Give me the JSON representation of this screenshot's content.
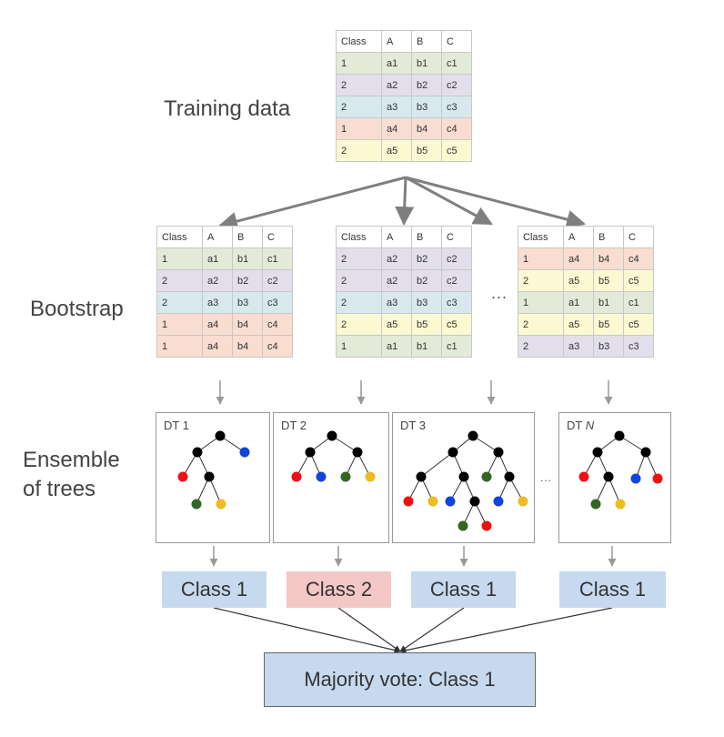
{
  "labels": {
    "training": "Training data",
    "bootstrap": "Bootstrap",
    "ensemble_line1": "Ensemble",
    "ensemble_line2": "of trees",
    "ellipsis": "...",
    "tree_ellipsis": "..."
  },
  "header": [
    "Class",
    "A",
    "B",
    "C"
  ],
  "colors": {
    "green": "#e3ead7",
    "purple": "#e3deec",
    "blue": "#d7e8ee",
    "orange": "#f8ddd0",
    "yellow": "#fcf8d2",
    "node_black": "#000000",
    "node_red": "#ee1111",
    "node_blue": "#1144dd",
    "node_green": "#336622",
    "node_yellow": "#eebb22",
    "class1_box": "#c6d9ee",
    "class2_box": "#f4c7c7"
  },
  "training_table": [
    {
      "cells": [
        "1",
        "a1",
        "b1",
        "c1"
      ],
      "color": "green"
    },
    {
      "cells": [
        "2",
        "a2",
        "b2",
        "c2"
      ],
      "color": "purple"
    },
    {
      "cells": [
        "2",
        "a3",
        "b3",
        "c3"
      ],
      "color": "blue"
    },
    {
      "cells": [
        "1",
        "a4",
        "b4",
        "c4"
      ],
      "color": "orange"
    },
    {
      "cells": [
        "2",
        "a5",
        "b5",
        "c5"
      ],
      "color": "yellow"
    }
  ],
  "bootstrap_tables": [
    [
      {
        "cells": [
          "1",
          "a1",
          "b1",
          "c1"
        ],
        "color": "green"
      },
      {
        "cells": [
          "2",
          "a2",
          "b2",
          "c2"
        ],
        "color": "purple"
      },
      {
        "cells": [
          "2",
          "a3",
          "b3",
          "c3"
        ],
        "color": "blue"
      },
      {
        "cells": [
          "1",
          "a4",
          "b4",
          "c4"
        ],
        "color": "orange"
      },
      {
        "cells": [
          "1",
          "a4",
          "b4",
          "c4"
        ],
        "color": "orange"
      }
    ],
    [
      {
        "cells": [
          "2",
          "a2",
          "b2",
          "c2"
        ],
        "color": "purple"
      },
      {
        "cells": [
          "2",
          "a2",
          "b2",
          "c2"
        ],
        "color": "purple"
      },
      {
        "cells": [
          "2",
          "a3",
          "b3",
          "c3"
        ],
        "color": "blue"
      },
      {
        "cells": [
          "2",
          "a5",
          "b5",
          "c5"
        ],
        "color": "yellow"
      },
      {
        "cells": [
          "1",
          "a1",
          "b1",
          "c1"
        ],
        "color": "green"
      }
    ],
    [
      {
        "cells": [
          "1",
          "a4",
          "b4",
          "c4"
        ],
        "color": "orange"
      },
      {
        "cells": [
          "2",
          "a5",
          "b5",
          "c5"
        ],
        "color": "yellow"
      },
      {
        "cells": [
          "1",
          "a1",
          "b1",
          "c1"
        ],
        "color": "green"
      },
      {
        "cells": [
          "2",
          "a5",
          "b5",
          "c5"
        ],
        "color": "yellow"
      },
      {
        "cells": [
          "2",
          "a3",
          "b3",
          "c3"
        ],
        "color": "purple"
      }
    ]
  ],
  "trees": [
    {
      "title": "DT 1",
      "title_italic": ""
    },
    {
      "title": "DT 2",
      "title_italic": ""
    },
    {
      "title": "DT 3",
      "title_italic": ""
    },
    {
      "title": "DT ",
      "title_italic": "N"
    }
  ],
  "results": [
    {
      "label": "Class 1",
      "color": "class1_box"
    },
    {
      "label": "Class 2",
      "color": "class2_box"
    },
    {
      "label": "Class 1",
      "color": "class1_box"
    },
    {
      "label": "Class 1",
      "color": "class1_box"
    }
  ],
  "majority": "Majority vote: Class 1"
}
